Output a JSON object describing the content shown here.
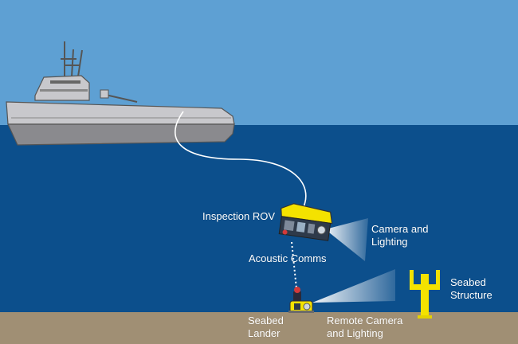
{
  "colors": {
    "sky": "#5ea0d3",
    "sea": "#0c4f8c",
    "seabed": "#a08f74",
    "ship_hull": "#c8c8cc",
    "ship_outline": "#555555",
    "rov_yellow": "#f4e200",
    "structure_yellow": "#f4e200",
    "light_beam": "#ffffff"
  },
  "labels": {
    "inspection_rov": "Inspection ROV",
    "camera_lighting": "Camera and\nLighting",
    "acoustic_comms": "Acoustic Comms",
    "seabed_structure": "Seabed\nStructure",
    "seabed_lander": "Seabed\nLander",
    "remote_camera": "Remote Camera\nand Lighting"
  }
}
